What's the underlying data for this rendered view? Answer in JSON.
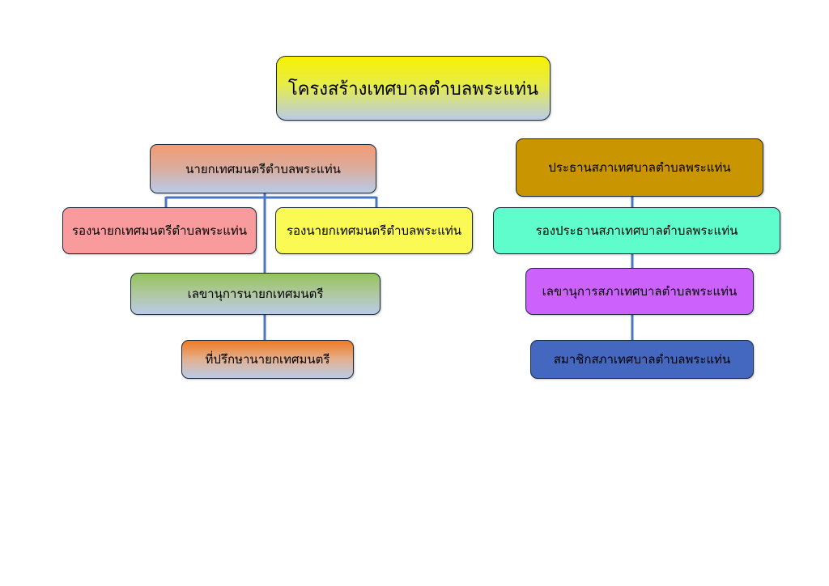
{
  "title": "โครงสร้างเทศบาลตำบลพระแท่น",
  "executive": {
    "mayor": "นายกเทศมนตรีตำบลพระแท่น",
    "deputy_1": "รองนายกเทศมนตรีตำบลพระแท่น",
    "deputy_2": "รองนายกเทศมนตรีตำบลพระแท่น",
    "secretary": "เลขานุการนายกเทศมนตรี",
    "advisor": "ที่ปรึกษานายกเทศมนตรี"
  },
  "council": {
    "president": "ประธานสภาเทศบาลตำบลพระแท่น",
    "vice_president": "รองประธานสภาเทศบาลตำบลพระแท่น",
    "secretary": "เลขานุการสภาเทศบาลตำบลพระแท่น",
    "members": "สมาชิกสภาเทศบาลตำบลพระแท่น"
  },
  "colors": {
    "connector": "#4a76c4",
    "deputy_1": "#f99a9c",
    "deputy_2": "#fbfa55",
    "council_president": "#c99500",
    "council_vice_president": "#5ffccc",
    "council_secretary": "#cc62fb",
    "council_members": "#4468c0"
  }
}
